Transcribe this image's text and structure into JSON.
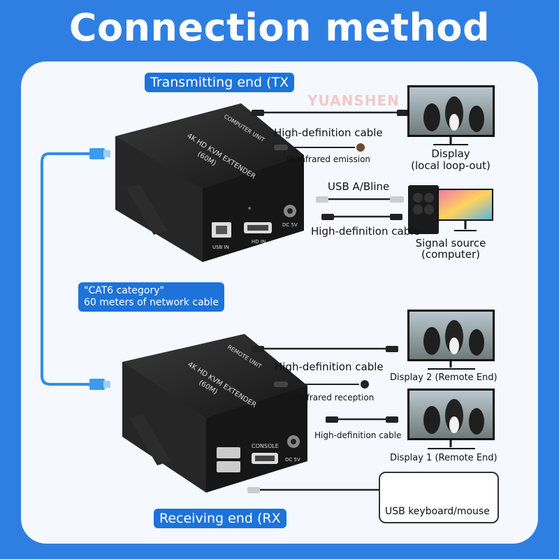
{
  "title": "Connection method",
  "watermark": "YUANSHEN",
  "tx_label": "Transmitting end (TX",
  "rx_label": "Receiving end (RX",
  "cable_label": {
    "line1": "\"CAT6 category\"",
    "line2": "60 meters of network cable"
  },
  "tx_device": {
    "top_text": "COMPUTER UNIT",
    "model_text": "4K HD KVM EXTENDER",
    "range_text": "(60M)",
    "ports": [
      "USB IN",
      "HD IN",
      "DC 5V"
    ]
  },
  "rx_device": {
    "top_text": "REMOTE UNIT",
    "model_text": "4K HD KVM EXTENDER",
    "range_text": "(60M)",
    "ports": [
      "CONSOLE",
      "DC 5V"
    ]
  },
  "tx_connections": {
    "hd_cable_1": "High-definition cable",
    "ir": "IR Infrared emission",
    "usb": "USB A/Bline",
    "hd_cable_2": "High-definition cable"
  },
  "rx_connections": {
    "hd_cable_1": "High-definition cable",
    "ir": "IR infrared reception",
    "hd_cable_2": "High-definition cable"
  },
  "devices": {
    "display_local": {
      "line1": "Display",
      "line2": "(local loop-out)"
    },
    "signal_source": {
      "line1": "Signal source",
      "line2": "(computer)"
    },
    "display_2": "Display 2 (Remote End)",
    "display_1": "Display 1 (Remote End)",
    "keyboard_mouse": "USB keyboard/mouse"
  },
  "colors": {
    "background": "#2f7fe3",
    "panel": "#f5f9ff",
    "pill": "#1d73d9",
    "network_cable": "#2e8fe8",
    "device": "#1f1f1f"
  }
}
